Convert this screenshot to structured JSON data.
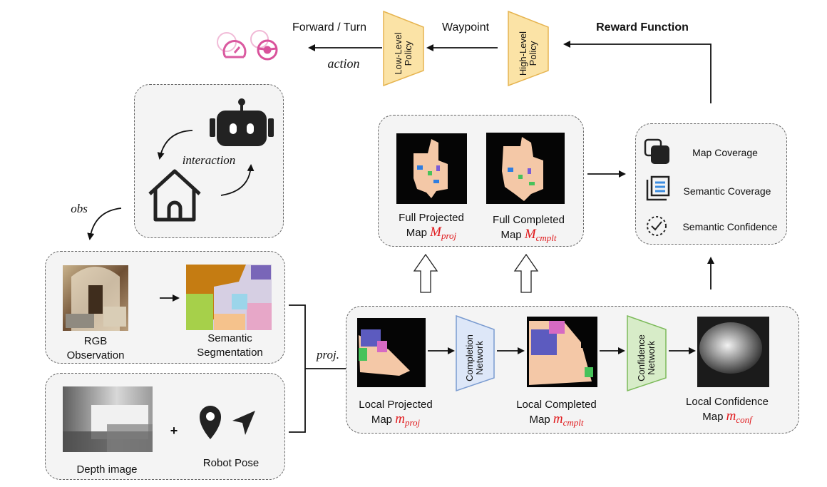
{
  "top": {
    "forward_turn": "Forward / Turn",
    "action": "action",
    "waypoint": "Waypoint",
    "reward_function": "Reward Function",
    "low_level_policy": [
      "Low-Level",
      "Policy"
    ],
    "high_level_policy": [
      "High-Level",
      "Policy"
    ]
  },
  "interaction": {
    "label": "interaction",
    "obs": "obs"
  },
  "observation": {
    "rgb": [
      "RGB",
      "Observation"
    ],
    "semantic": [
      "Semantic",
      "Segmentation"
    ],
    "depth": "Depth image",
    "plus": "+",
    "robot_pose": "Robot Pose",
    "proj": "proj."
  },
  "full_maps": {
    "projected": {
      "line1": "Full Projected",
      "line2": "Map",
      "symbol": "M",
      "sub": "proj"
    },
    "completed": {
      "line1": "Full Completed",
      "line2": "Map",
      "symbol": "M",
      "sub": "cmplt"
    }
  },
  "metrics": {
    "map_coverage": "Map Coverage",
    "semantic_coverage": "Semantic Coverage",
    "semantic_confidence": "Semantic Confidence"
  },
  "local_maps": {
    "projected": {
      "line1": "Local Projected",
      "line2": "Map",
      "symbol": "m",
      "sub": "proj"
    },
    "completion_network": [
      "Completion",
      "Network"
    ],
    "completed": {
      "line1": "Local Completed",
      "line2": "Map",
      "symbol": "m",
      "sub": "cmplt"
    },
    "confidence_network": [
      "Confidence",
      "Network"
    ],
    "confidence": {
      "line1": "Local Confidence",
      "line2": "Map",
      "symbol": "m",
      "sub": "conf"
    }
  },
  "colors": {
    "red_math": "#e0191c",
    "policy_fill": "#fbe3a6",
    "policy_stroke": "#e6b450",
    "completion_fill": "#dde7f8",
    "completion_stroke": "#7a9bd0",
    "confidence_fill": "#d7ecc8",
    "confidence_stroke": "#7cba5a",
    "icon_pink": "#d9529b"
  },
  "icons": [
    "speedometer-icon",
    "steering-wheel-icon",
    "robot-icon",
    "house-icon",
    "map-pin-icon",
    "navigation-arrow-icon",
    "stacked-squares-icon",
    "document-lines-icon",
    "check-circle-icon"
  ]
}
